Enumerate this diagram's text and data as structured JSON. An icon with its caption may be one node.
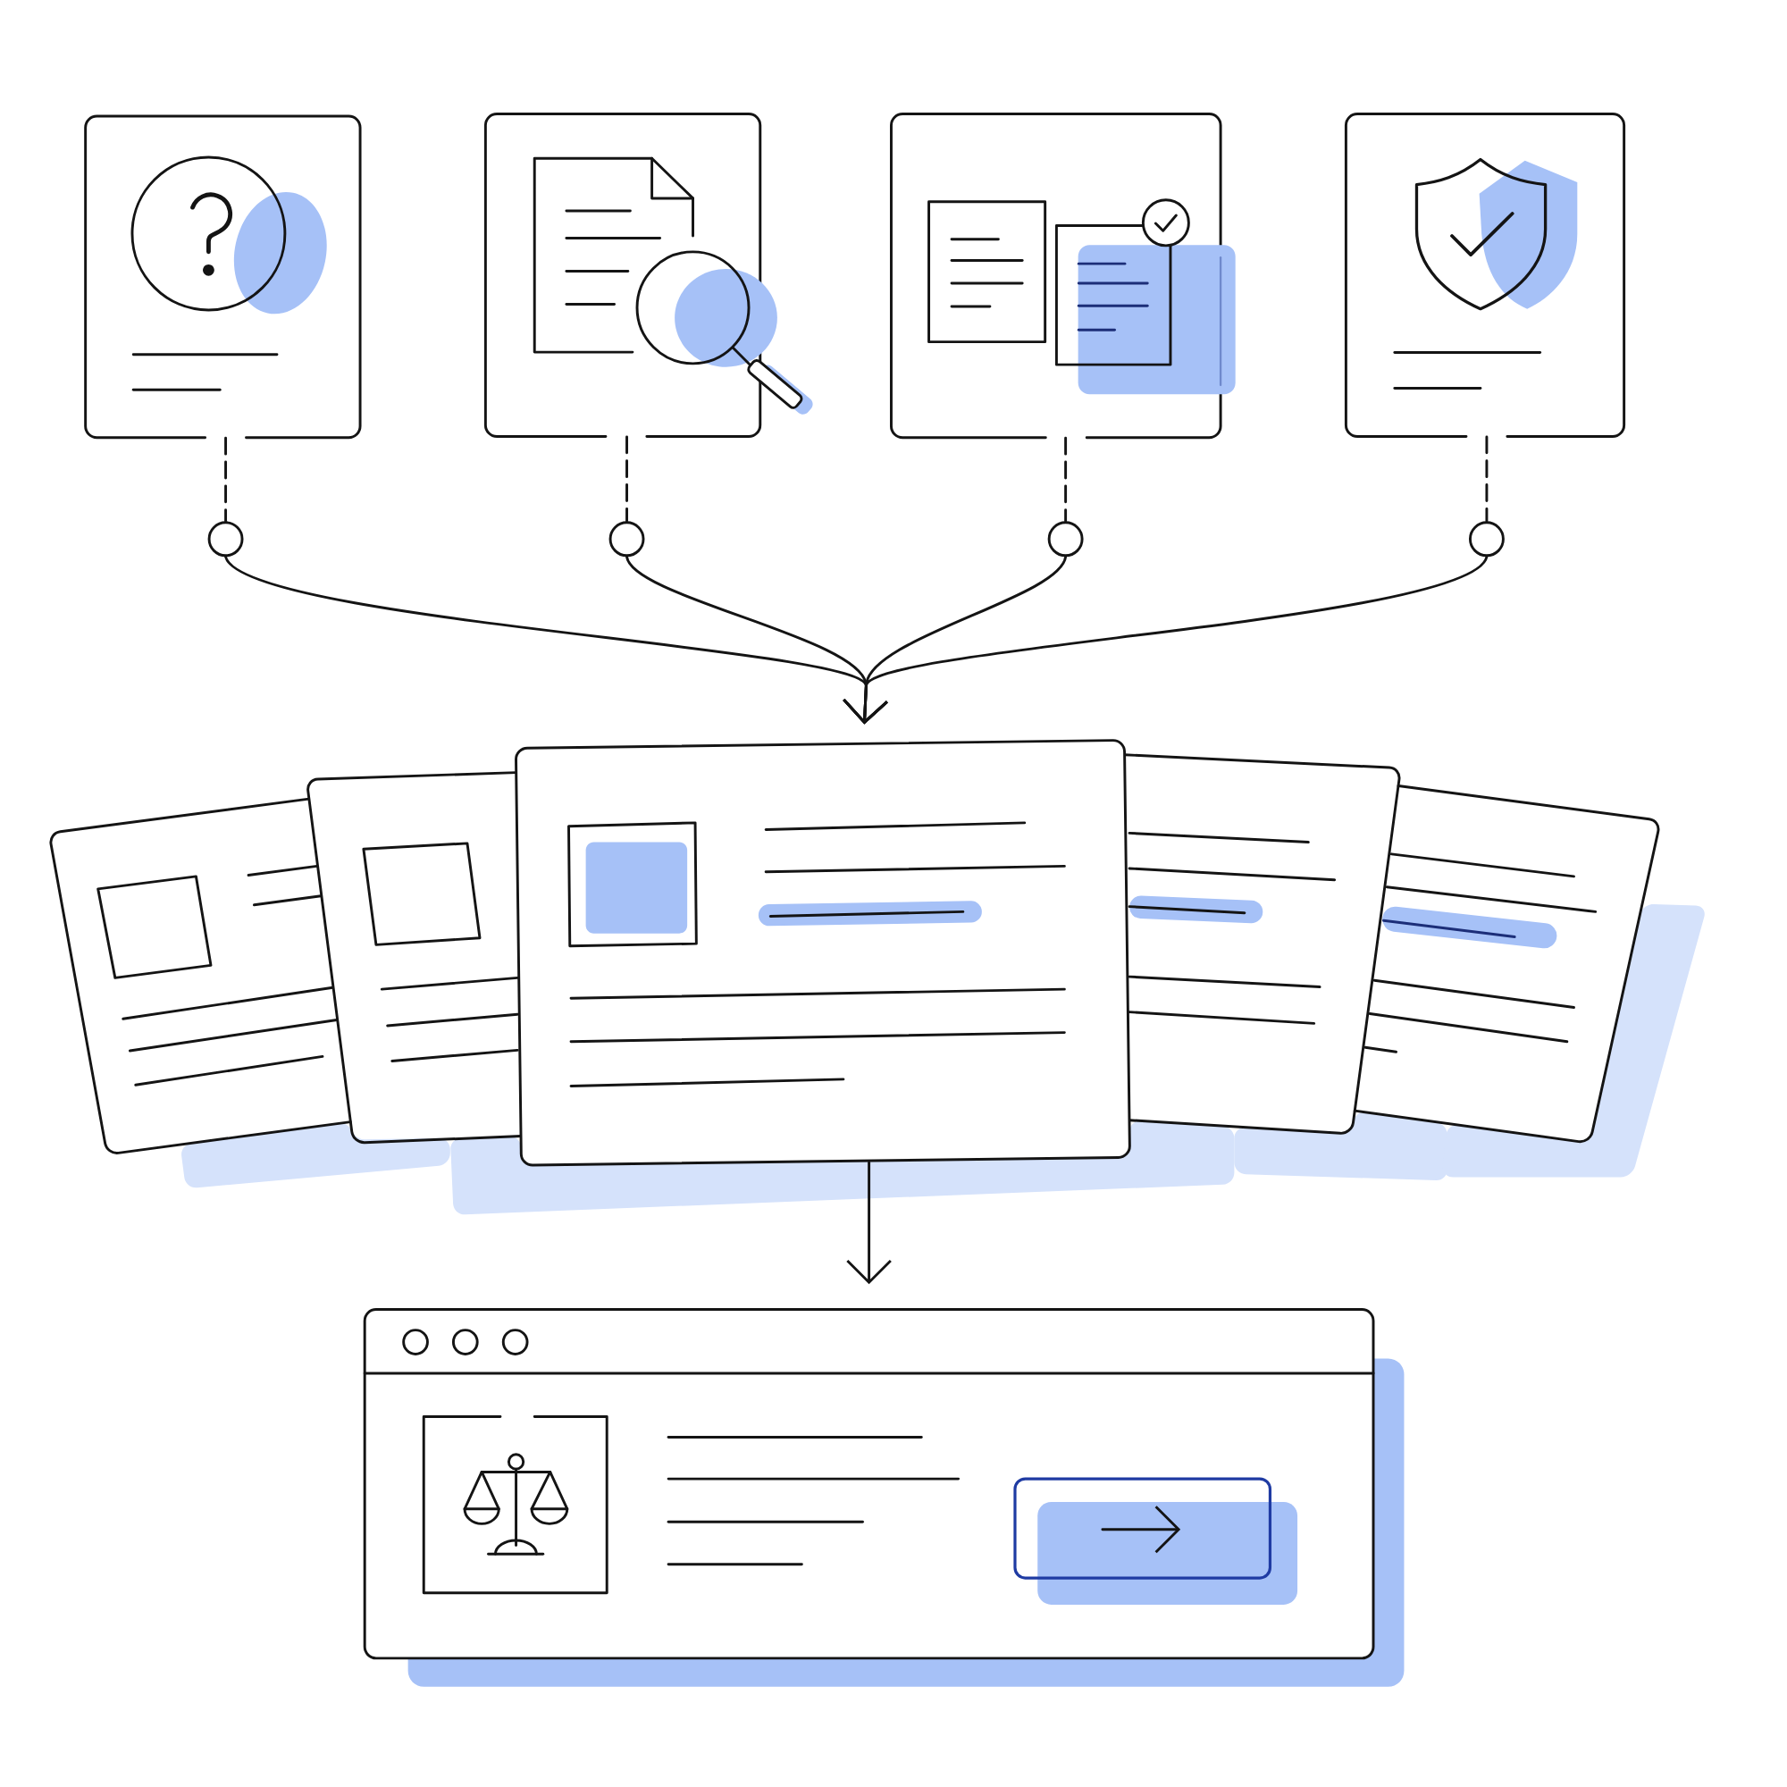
{
  "diagram": {
    "nodes": [
      {
        "text": [],
        "shape": "picture"
      },
      {
        "text": [],
        "shape": "picture"
      },
      {
        "text": [],
        "shape": "picture"
      },
      {
        "text": [],
        "shape": "picture"
      },
      {
        "text": [],
        "shape": "circle"
      },
      {
        "text": [],
        "shape": "circle"
      },
      {
        "text": [],
        "shape": "circle"
      },
      {
        "text": [],
        "shape": "circle"
      },
      {
        "text": [],
        "shape": "picture"
      },
      {
        "text": [],
        "shape": "picture"
      }
    ],
    "edges": [
      {
        "from": 0,
        "to": 4,
        "arrow": "none",
        "style": "dashed"
      },
      {
        "from": 1,
        "to": 5,
        "arrow": "none",
        "style": "dashed"
      },
      {
        "from": 2,
        "to": 6,
        "arrow": "none",
        "style": "dashed"
      },
      {
        "from": 3,
        "to": 7,
        "arrow": "none",
        "style": "dashed"
      },
      {
        "from": 4,
        "to": 8,
        "arrow": "to"
      },
      {
        "from": 5,
        "to": 8,
        "arrow": "to"
      },
      {
        "from": 6,
        "to": 8,
        "arrow": "to"
      },
      {
        "from": 7,
        "to": 8,
        "arrow": "to"
      },
      {
        "from": 8,
        "to": 9,
        "arrow": "to"
      }
    ]
  }
}
